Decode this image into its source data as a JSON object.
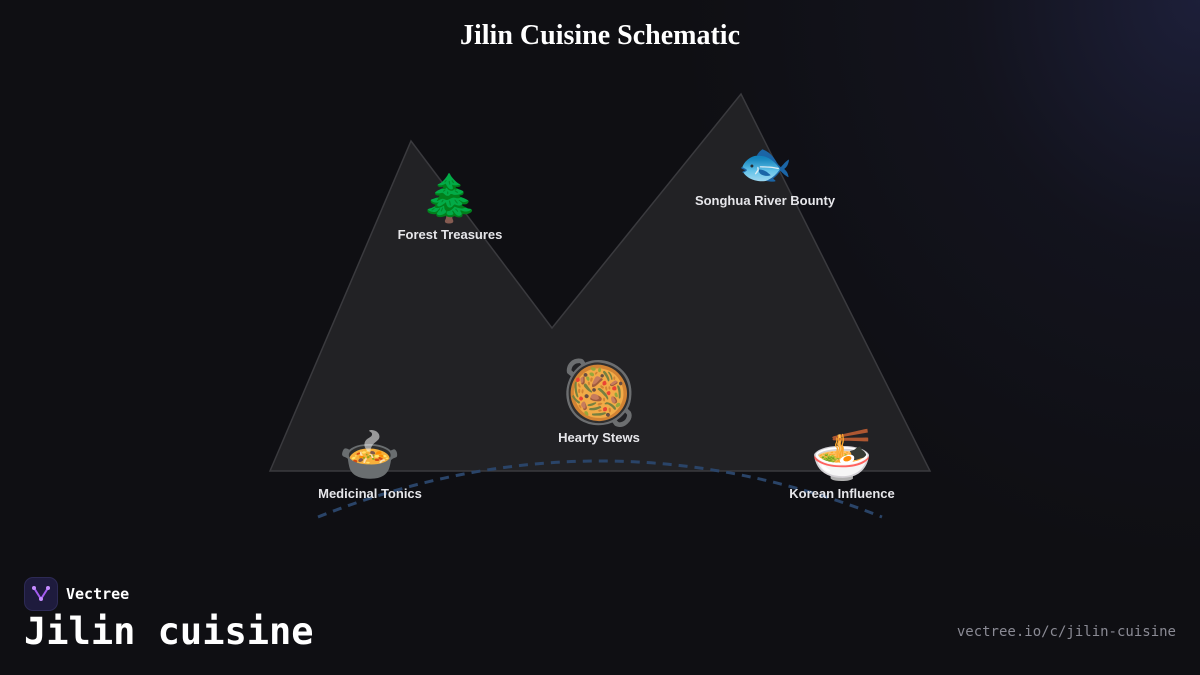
{
  "title": "Jilin Cuisine Schematic",
  "nodes": [
    {
      "id": "forest",
      "icon": "🌲",
      "icon_name": "evergreen-tree-icon",
      "label": "Forest Treasures"
    },
    {
      "id": "river",
      "icon": "🐟",
      "icon_name": "fish-icon",
      "label": "Songhua River Bounty"
    },
    {
      "id": "stews",
      "icon": "🥘",
      "icon_name": "paella-pan-icon",
      "label": "Hearty Stews"
    },
    {
      "id": "tonics",
      "icon": "🍲",
      "icon_name": "pot-of-food-icon",
      "label": "Medicinal Tonics"
    },
    {
      "id": "korean",
      "icon": "🍜",
      "icon_name": "noodle-bowl-icon",
      "label": "Korean Influence"
    }
  ],
  "footer": {
    "brand": "Vectree",
    "brand_icon": "vectree-logo-icon",
    "heading": "Jilin cuisine",
    "url": "vectree.io/c/jilin-cuisine"
  },
  "colors": {
    "background": "#0f0f13",
    "mountain_fill": "#222225",
    "mountain_stroke": "#3a3a3e",
    "arc_stroke": "#2a4468",
    "logo_accent": "#a35cf0"
  }
}
